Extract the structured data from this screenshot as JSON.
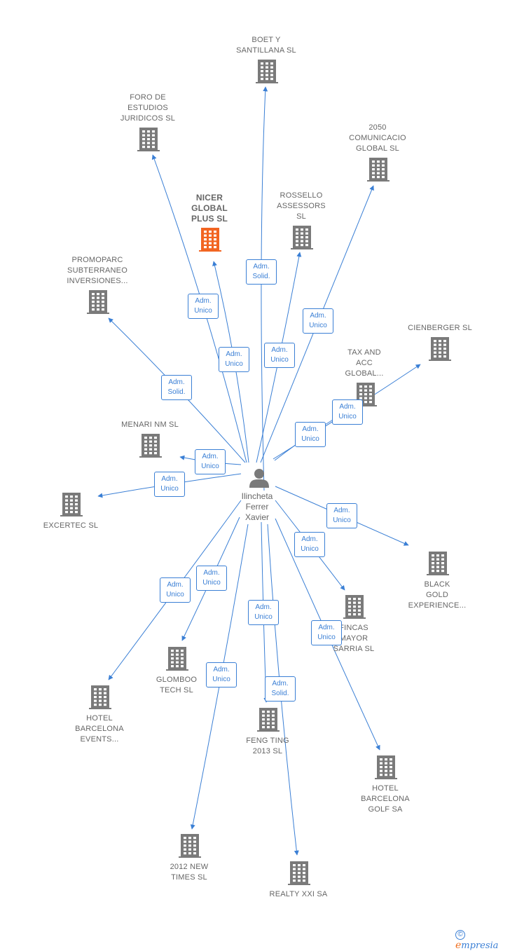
{
  "center": {
    "name": "Ilincheta\nFerrer\nXavier"
  },
  "colors": {
    "edge": "#3a7fd5",
    "building": "#7a7a7a",
    "building_highlight": "#f26522",
    "label": "#666666"
  },
  "icons": {
    "building": "building-icon",
    "person": "person-icon"
  },
  "companies": [
    {
      "id": "boet",
      "label": "BOET Y\nSANTILLANA SL",
      "role": "Adm.\nSolid."
    },
    {
      "id": "foro",
      "label": "FORO DE\nESTUDIOS\nJURIDICOS  SL",
      "role": "Adm.\nUnico"
    },
    {
      "id": "c2050",
      "label": "2050\nCOMUNICACIO\nGLOBAL  SL",
      "role": "Adm.\nUnico"
    },
    {
      "id": "nicer",
      "label": "NICER\nGLOBAL\nPLUS  SL",
      "role": "Adm.\nUnico",
      "highlight": true
    },
    {
      "id": "rossello",
      "label": "ROSSELLO\nASSESSORS\nSL",
      "role": "Adm.\nUnico"
    },
    {
      "id": "promoparc",
      "label": "PROMOPARC\nSUBTERRANEO\nINVERSIONES...",
      "role": "Adm.\nSolid."
    },
    {
      "id": "cienberger",
      "label": "CIENBERGER SL",
      "role": "Adm.\nUnico"
    },
    {
      "id": "taxacc",
      "label": "TAX AND\nACC\nGLOBAL...",
      "role": "Adm.\nUnico"
    },
    {
      "id": "menari",
      "label": "MENARI NM  SL",
      "role": "Adm.\nUnico"
    },
    {
      "id": "excertec",
      "label": "EXCERTEC SL",
      "role": "Adm.\nUnico"
    },
    {
      "id": "blackgold",
      "label": "BLACK\nGOLD\nEXPERIENCE...",
      "role": "Adm.\nUnico"
    },
    {
      "id": "fincas",
      "label": "FINCAS\nMAYOR\nSARRIA SL",
      "role": "Adm.\nUnico"
    },
    {
      "id": "glomboo",
      "label": "GLOMBOO\nTECH  SL",
      "role": "Adm.\nUnico"
    },
    {
      "id": "hotelevents",
      "label": "HOTEL\nBARCELONA\nEVENTS...",
      "role": "Adm.\nUnico"
    },
    {
      "id": "fengting",
      "label": "FENG TING\n2013  SL",
      "role": "Adm.\nUnico"
    },
    {
      "id": "hotelgolf",
      "label": "HOTEL\nBARCELONA\nGOLF SA",
      "role": "Adm.\nUnico"
    },
    {
      "id": "newtimes",
      "label": "2012 NEW\nTIMES SL",
      "role": "Adm.\nUnico"
    },
    {
      "id": "realty",
      "label": "REALTY XXI SA",
      "role": "Adm.\nSolid."
    }
  ],
  "brand": {
    "copyright": "©",
    "e": "e",
    "rest": "mpresia"
  }
}
